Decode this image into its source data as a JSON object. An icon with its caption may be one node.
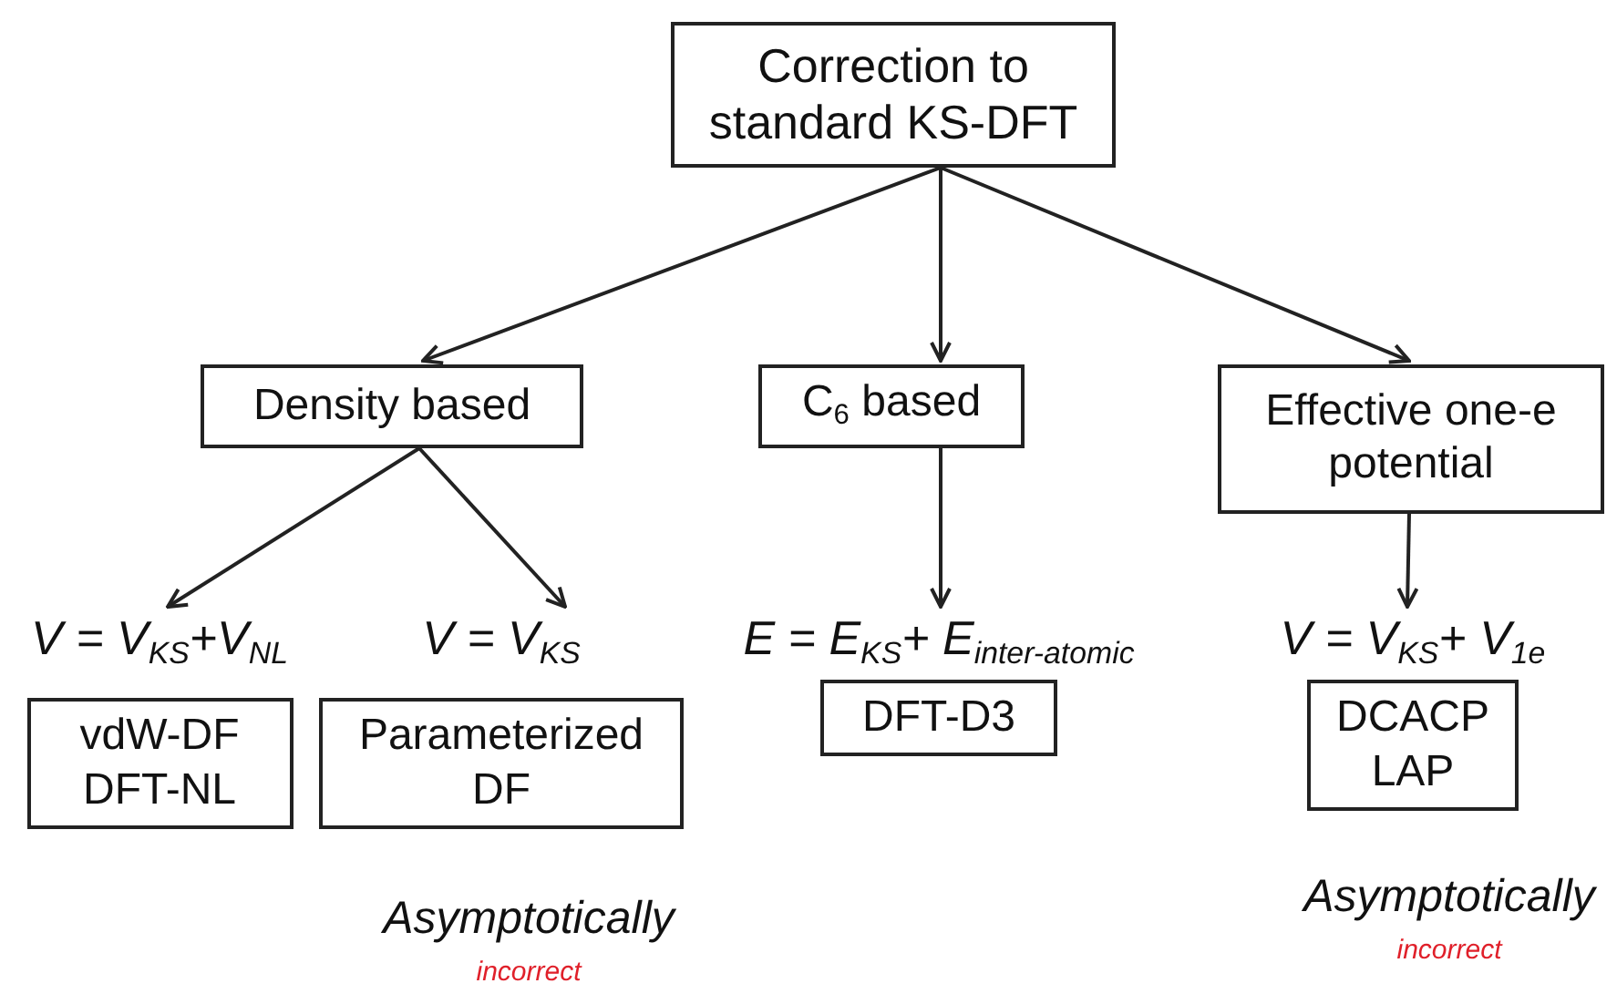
{
  "diagram": {
    "nodes": [
      {
        "text": [
          "Correction to standard KS-DFT"
        ]
      },
      {
        "text": [
          "Density based"
        ]
      },
      {
        "text": [
          "C$_{6}$ based"
        ]
      },
      {
        "text": [
          "Effective one-e potential"
        ]
      },
      {
        "text": [
          "V = V$_{KS}$+V$_{NL}$",
          "vdW-DF DFT-NL"
        ]
      },
      {
        "text": [
          "V = V$_{KS}$",
          "Parameterized DF"
        ],
        "beside": [
          "Asymptotically",
          "incorrect"
        ]
      },
      {
        "text": [
          "E = E$_{KS}$+ E$_{inter-atomic}$",
          "DFT-D3"
        ]
      },
      {
        "text": [
          "V = V$_{KS}$+ V$_{1e}$",
          "DCACP LAP"
        ],
        "beside": [
          "Asymptotically",
          "incorrect"
        ]
      }
    ],
    "edges": [
      {
        "from": 0,
        "to": 1,
        "arrow": "to"
      },
      {
        "from": 0,
        "to": 2,
        "arrow": "to"
      },
      {
        "from": 0,
        "to": 3,
        "arrow": "to"
      },
      {
        "from": 1,
        "to": 4,
        "arrow": "to"
      },
      {
        "from": 1,
        "to": 5,
        "arrow": "to"
      },
      {
        "from": 2,
        "to": 6,
        "arrow": "to"
      },
      {
        "from": 3,
        "to": 7,
        "arrow": "to"
      }
    ]
  }
}
